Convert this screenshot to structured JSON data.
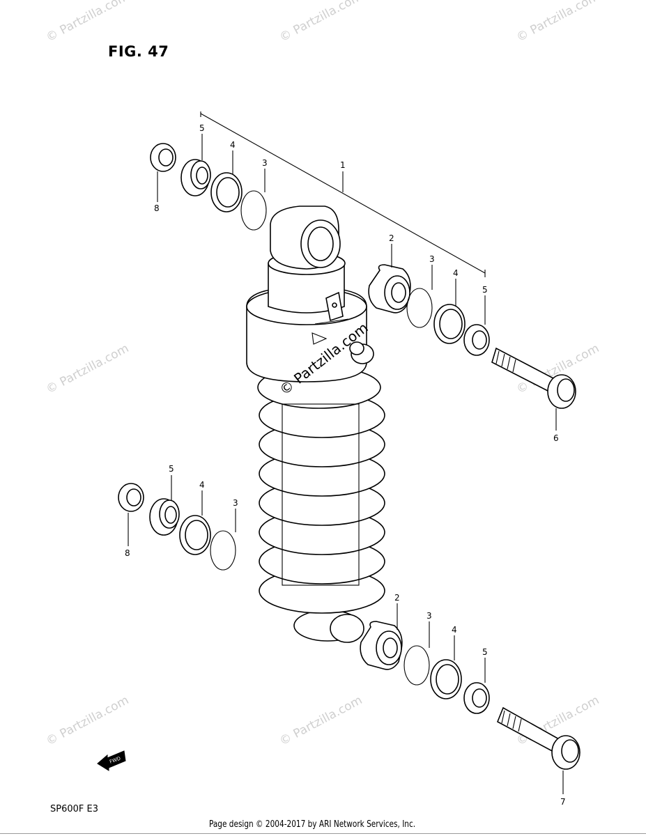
{
  "figure": {
    "title": "FIG. 47"
  },
  "model": {
    "code": "SP600F  E3"
  },
  "footer": {
    "text": "Page design © 2004-2017 by ARI Network Services, Inc."
  },
  "fwd_label": "FWD",
  "watermark": {
    "text": "© Partzilla.com"
  },
  "callouts": {
    "assembly": "1",
    "bush_top": "2",
    "ring_top_right": "3",
    "washer_top_right": "4",
    "collar_top_right": "5",
    "ring_top_left": "3",
    "washer_top_left": "4",
    "collar_top_left": "5",
    "nut_top": "8",
    "bolt_top": "6",
    "collar_mid_left": "5",
    "washer_mid_left": "4",
    "ring_mid_left": "3",
    "nut_mid": "8",
    "bush_bottom": "2",
    "ring_bottom_right": "3",
    "washer_bottom_right": "4",
    "collar_bottom_right": "5",
    "bolt_bottom": "7"
  }
}
